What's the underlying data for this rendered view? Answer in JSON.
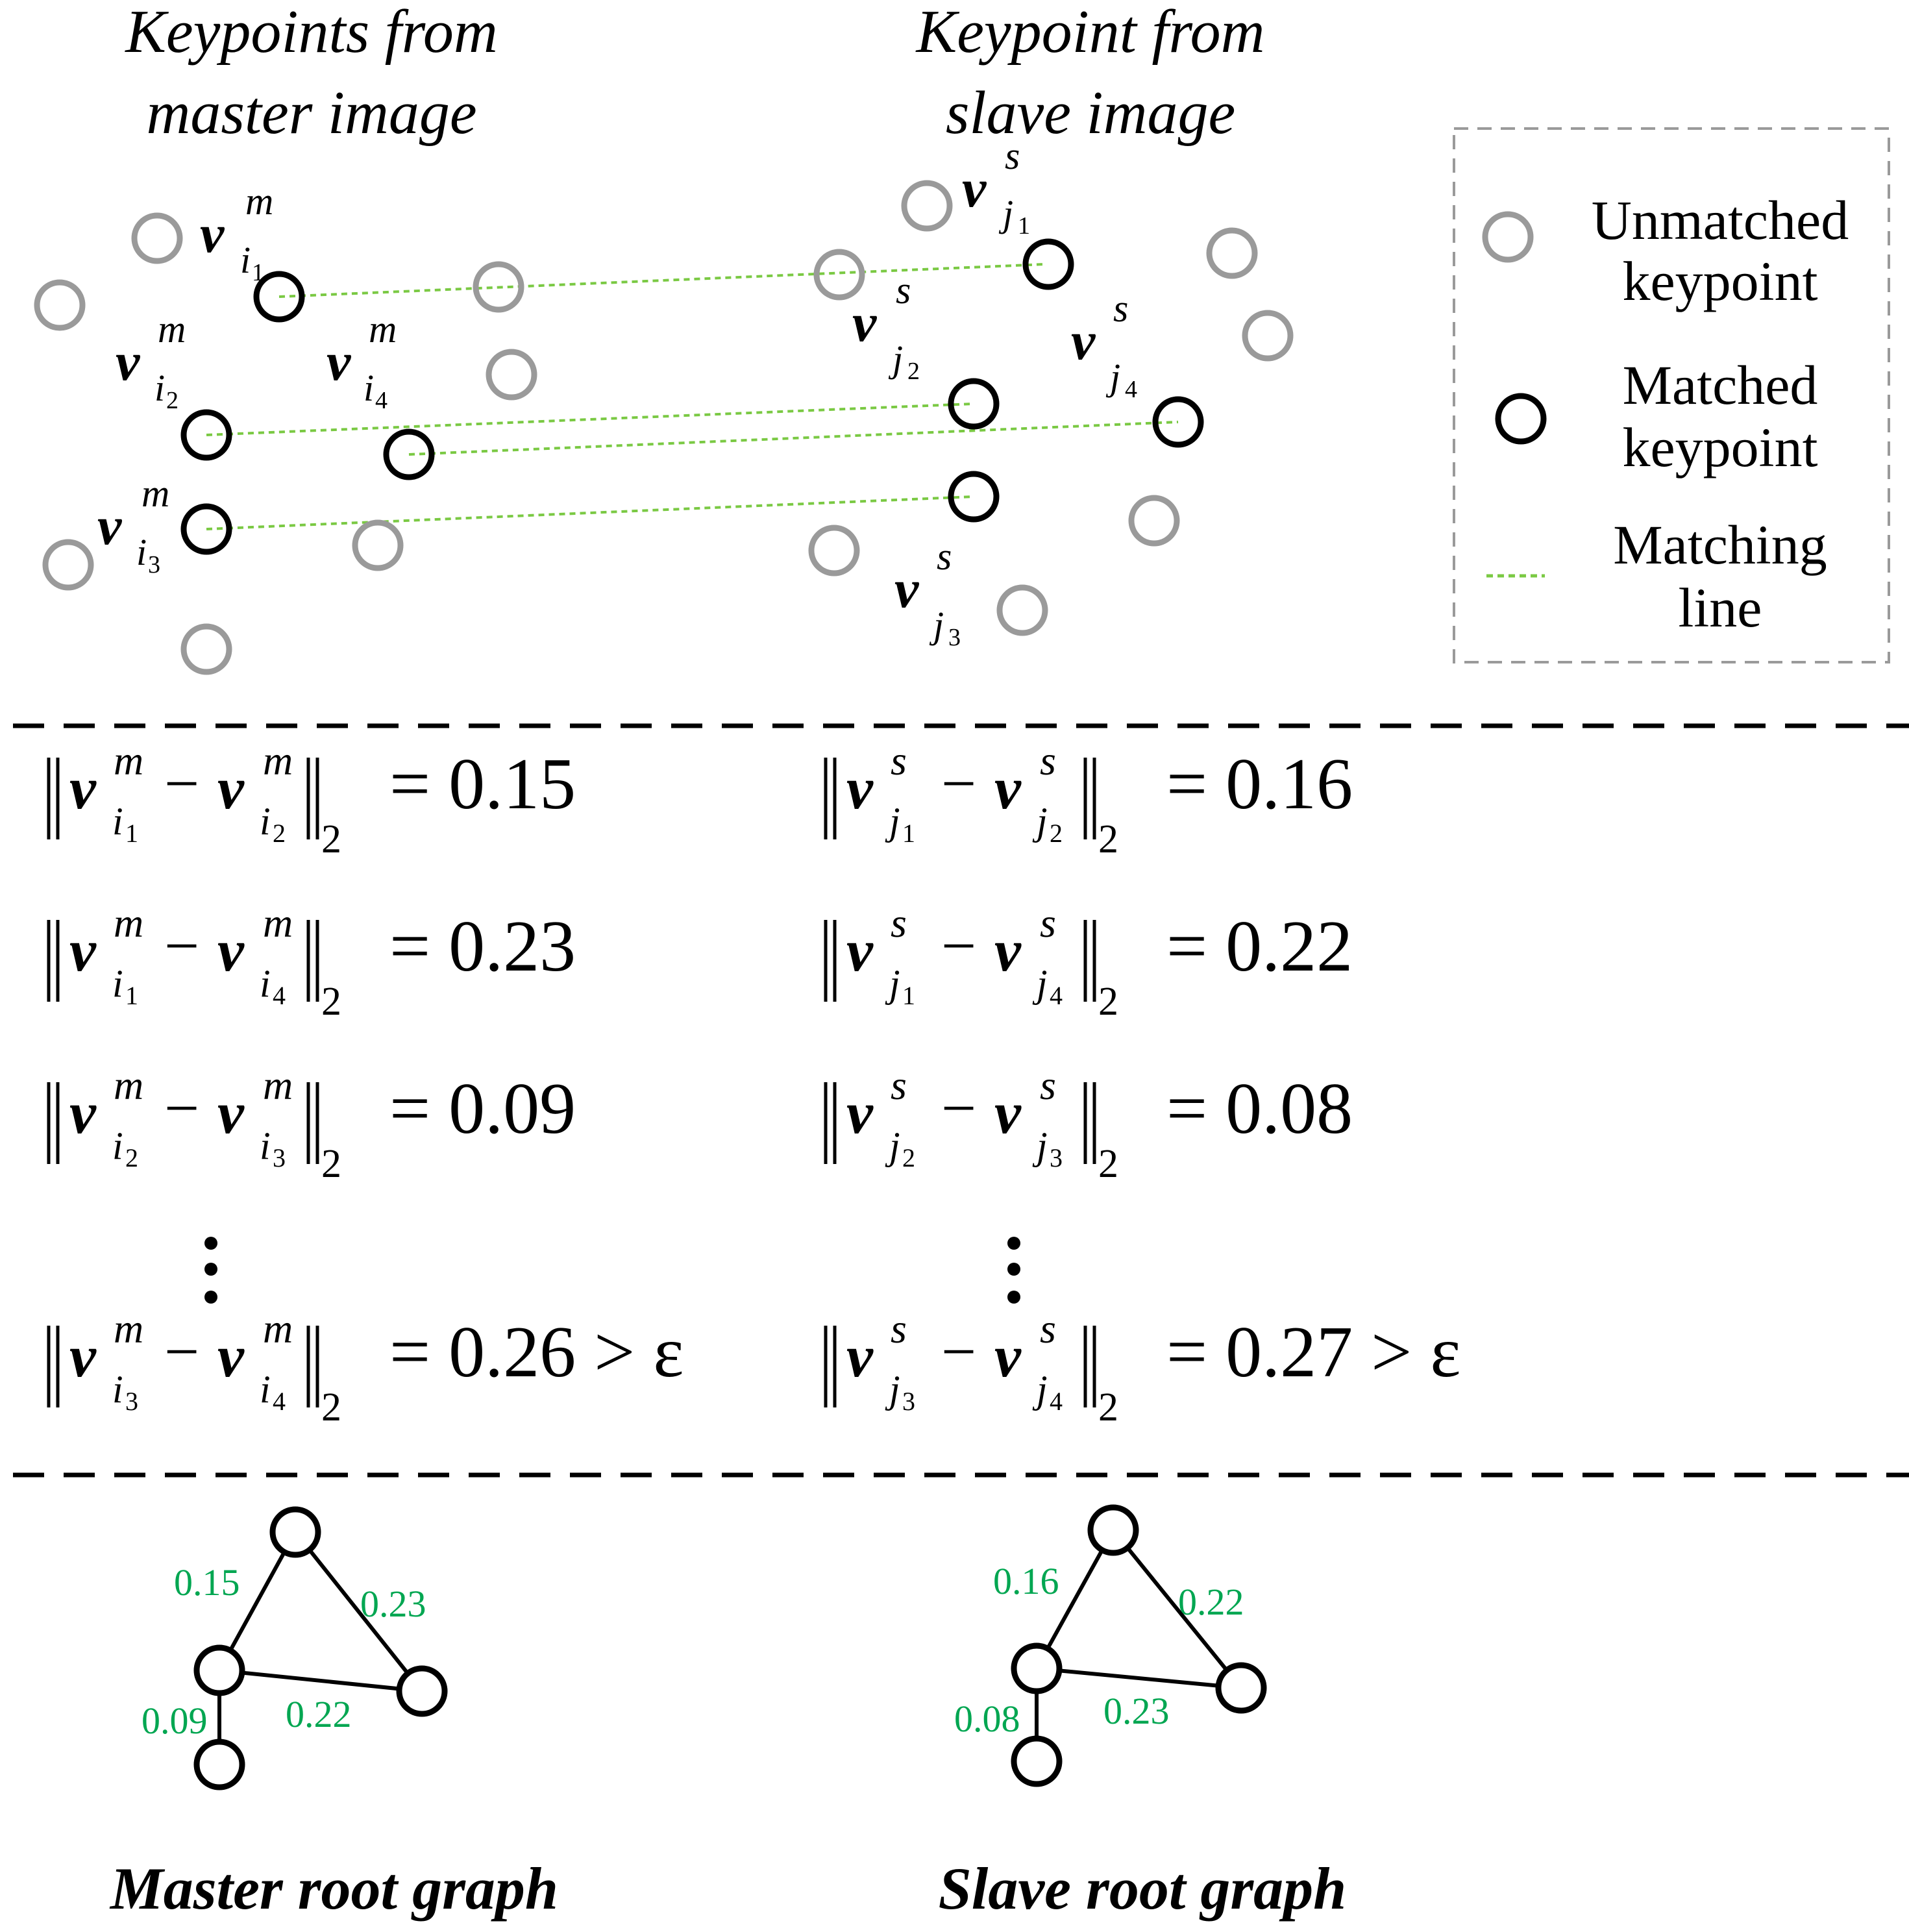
{
  "titles": {
    "master": [
      "Keypoints from",
      "master image"
    ],
    "slave": [
      "Keypoint from",
      "slave image"
    ]
  },
  "legend": {
    "unmatched": [
      "Unmatched",
      "keypoint"
    ],
    "matched": [
      "Matched",
      "keypoint"
    ],
    "line": [
      "Matching",
      "line"
    ]
  },
  "labels": {
    "master": [
      {
        "base": "v",
        "sup": "m",
        "sub": "i",
        "idx": "1"
      },
      {
        "base": "v",
        "sup": "m",
        "sub": "i",
        "idx": "2"
      },
      {
        "base": "v",
        "sup": "m",
        "sub": "i",
        "idx": "3"
      },
      {
        "base": "v",
        "sup": "m",
        "sub": "i",
        "idx": "4"
      }
    ],
    "slave": [
      {
        "base": "v",
        "sup": "s",
        "sub": "j",
        "idx": "1"
      },
      {
        "base": "v",
        "sup": "s",
        "sub": "j",
        "idx": "2"
      },
      {
        "base": "v",
        "sup": "s",
        "sub": "j",
        "idx": "3"
      },
      {
        "base": "v",
        "sup": "s",
        "sub": "j",
        "idx": "4"
      }
    ]
  },
  "equations": {
    "master": [
      {
        "a": "1",
        "b": "2",
        "value": "= 0.15"
      },
      {
        "a": "1",
        "b": "4",
        "value": "= 0.23"
      },
      {
        "a": "2",
        "b": "3",
        "value": "= 0.09"
      },
      {
        "a": "3",
        "b": "4",
        "value": "= 0.26 > ε"
      }
    ],
    "slave": [
      {
        "a": "1",
        "b": "2",
        "value": "= 0.16"
      },
      {
        "a": "1",
        "b": "4",
        "value": "= 0.22"
      },
      {
        "a": "2",
        "b": "3",
        "value": "= 0.08"
      },
      {
        "a": "3",
        "b": "4",
        "value": "= 0.27 > ε"
      }
    ],
    "norm_sub": "2",
    "minus": "−"
  },
  "graphs": {
    "master": {
      "caption": "Master root graph",
      "weights": [
        "0.15",
        "0.23",
        "0.22",
        "0.09"
      ]
    },
    "slave": {
      "caption": "Slave root graph",
      "weights": [
        "0.16",
        "0.22",
        "0.23",
        "0.08"
      ]
    }
  },
  "colors": {
    "unmatched": "#9a9a9a",
    "matched": "#000000",
    "line": "#7ac943",
    "weight": "#00a651",
    "legend_border": "#9a9a9a"
  }
}
